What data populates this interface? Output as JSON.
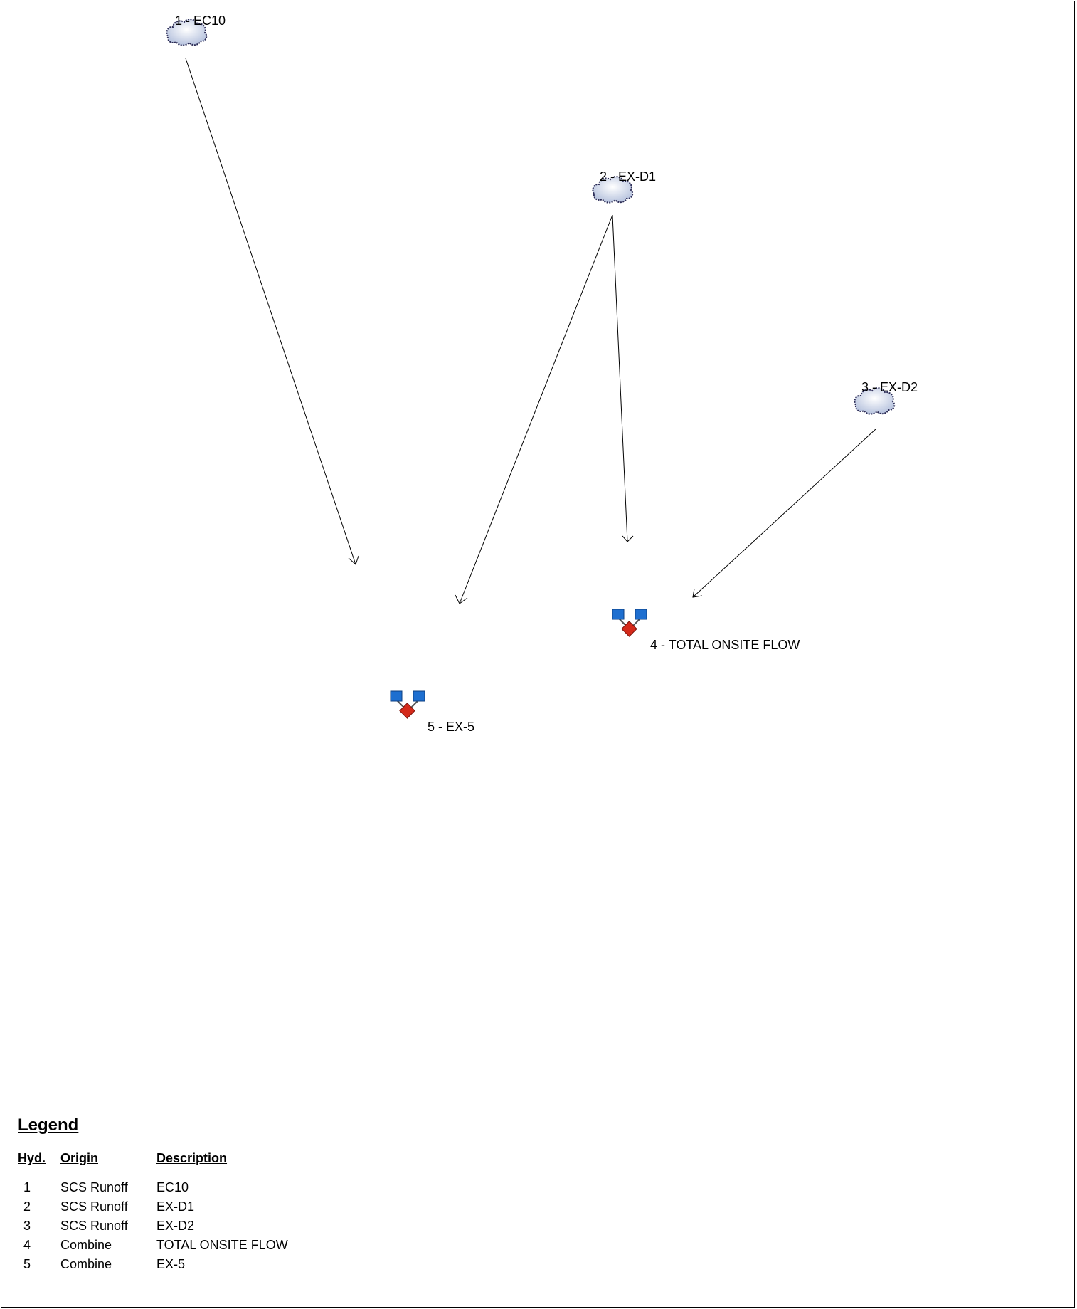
{
  "nodes": [
    {
      "id": "1",
      "label": "1 - EC10",
      "icon": "cloud-icon"
    },
    {
      "id": "2",
      "label": "2 - EX-D1",
      "icon": "cloud-icon"
    },
    {
      "id": "3",
      "label": "3 - EX-D2",
      "icon": "cloud-icon"
    },
    {
      "id": "4",
      "label": "4 - TOTAL ONSITE FLOW",
      "icon": "combine-icon"
    },
    {
      "id": "5",
      "label": "5 - EX-5",
      "icon": "combine-icon"
    }
  ],
  "edges": [
    {
      "from": "1",
      "to": "5"
    },
    {
      "from": "2",
      "to": "5"
    },
    {
      "from": "2",
      "to": "4"
    },
    {
      "from": "3",
      "to": "4"
    }
  ],
  "legend": {
    "title": "Legend",
    "headers": {
      "hyd": "Hyd.",
      "origin": "Origin",
      "description": "Description"
    },
    "rows": [
      {
        "hyd": "1",
        "origin": "SCS Runoff",
        "description": "EC10"
      },
      {
        "hyd": "2",
        "origin": "SCS Runoff",
        "description": "EX-D1"
      },
      {
        "hyd": "3",
        "origin": "SCS Runoff",
        "description": "EX-D2"
      },
      {
        "hyd": "4",
        "origin": "Combine",
        "description": "TOTAL ONSITE FLOW"
      },
      {
        "hyd": "5",
        "origin": "Combine",
        "description": "EX-5"
      }
    ]
  },
  "colors": {
    "cloud_fill": "#dfe6f5",
    "cloud_stroke": "#2b2b55",
    "combine_square": "#1e6fd0",
    "combine_diamond": "#d42a1a",
    "line": "#000000"
  }
}
